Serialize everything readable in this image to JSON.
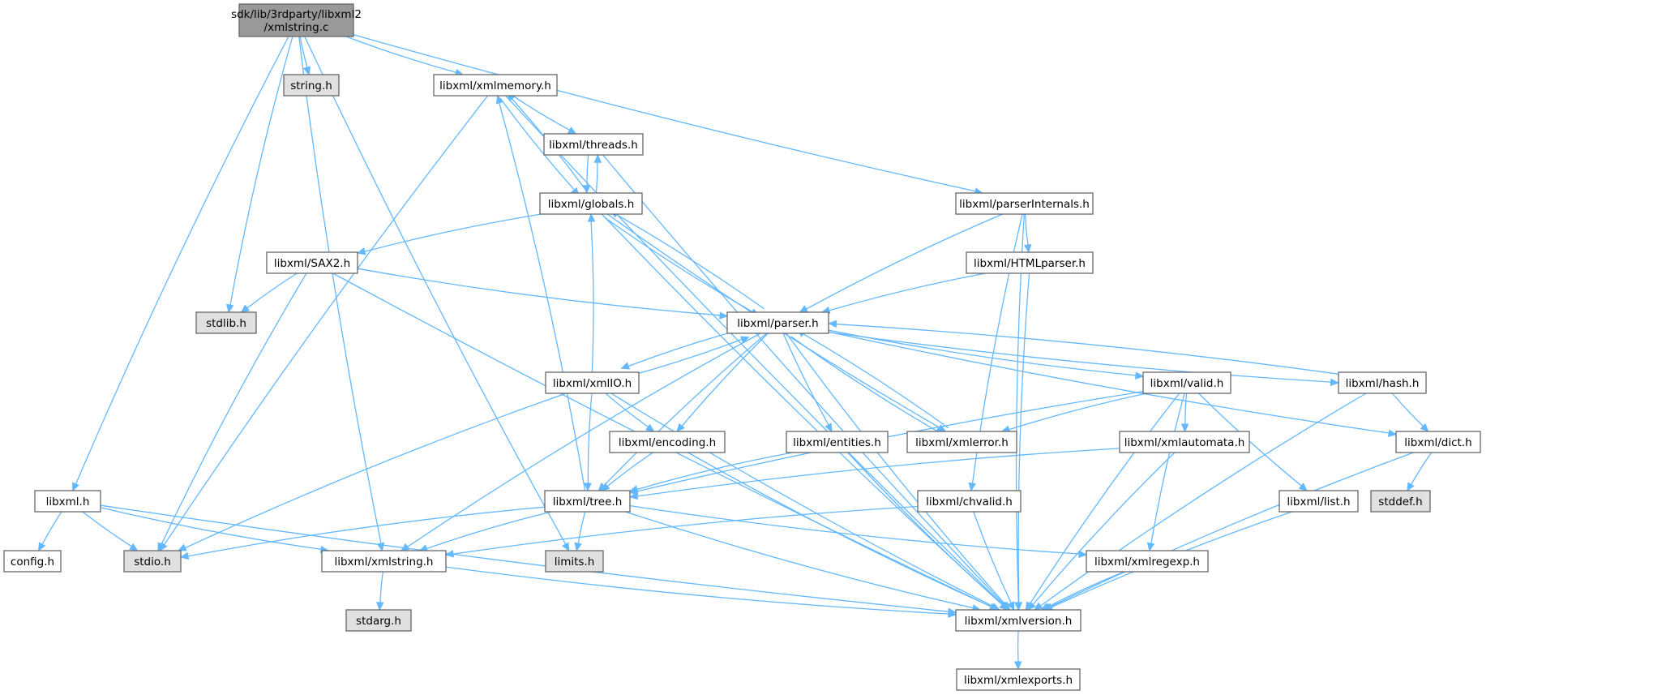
{
  "diagram": {
    "nodes": [
      {
        "id": "root",
        "lines": [
          "sdk/lib/3rdparty/libxml2",
          "/xmlstring.c"
        ],
        "kind": "root"
      },
      {
        "id": "string",
        "lines": [
          "string.h"
        ],
        "kind": "system"
      },
      {
        "id": "xmlmemory",
        "lines": [
          "libxml/xmlmemory.h"
        ],
        "kind": "normal"
      },
      {
        "id": "threads",
        "lines": [
          "libxml/threads.h"
        ],
        "kind": "normal"
      },
      {
        "id": "globals",
        "lines": [
          "libxml/globals.h"
        ],
        "kind": "normal"
      },
      {
        "id": "parserInternals",
        "lines": [
          "libxml/parserInternals.h"
        ],
        "kind": "normal"
      },
      {
        "id": "sax2",
        "lines": [
          "libxml/SAX2.h"
        ],
        "kind": "normal"
      },
      {
        "id": "stdlib",
        "lines": [
          "stdlib.h"
        ],
        "kind": "system"
      },
      {
        "id": "htmlparser",
        "lines": [
          "libxml/HTMLparser.h"
        ],
        "kind": "normal"
      },
      {
        "id": "parser",
        "lines": [
          "libxml/parser.h"
        ],
        "kind": "normal"
      },
      {
        "id": "xmlio",
        "lines": [
          "libxml/xmlIO.h"
        ],
        "kind": "normal"
      },
      {
        "id": "valid",
        "lines": [
          "libxml/valid.h"
        ],
        "kind": "normal"
      },
      {
        "id": "hash",
        "lines": [
          "libxml/hash.h"
        ],
        "kind": "normal"
      },
      {
        "id": "encoding",
        "lines": [
          "libxml/encoding.h"
        ],
        "kind": "normal"
      },
      {
        "id": "entities",
        "lines": [
          "libxml/entities.h"
        ],
        "kind": "normal"
      },
      {
        "id": "xmlerror",
        "lines": [
          "libxml/xmlerror.h"
        ],
        "kind": "normal"
      },
      {
        "id": "xmlautomata",
        "lines": [
          "libxml/xmlautomata.h"
        ],
        "kind": "normal"
      },
      {
        "id": "dict",
        "lines": [
          "libxml/dict.h"
        ],
        "kind": "normal"
      },
      {
        "id": "libxml",
        "lines": [
          "libxml.h"
        ],
        "kind": "normal"
      },
      {
        "id": "tree",
        "lines": [
          "libxml/tree.h"
        ],
        "kind": "normal"
      },
      {
        "id": "chvalid",
        "lines": [
          "libxml/chvalid.h"
        ],
        "kind": "normal"
      },
      {
        "id": "list",
        "lines": [
          "libxml/list.h"
        ],
        "kind": "normal"
      },
      {
        "id": "stddef",
        "lines": [
          "stddef.h"
        ],
        "kind": "system"
      },
      {
        "id": "config",
        "lines": [
          "config.h"
        ],
        "kind": "normal"
      },
      {
        "id": "stdio",
        "lines": [
          "stdio.h"
        ],
        "kind": "system"
      },
      {
        "id": "limits",
        "lines": [
          "limits.h"
        ],
        "kind": "system"
      },
      {
        "id": "xmlstring",
        "lines": [
          "libxml/xmlstring.h"
        ],
        "kind": "normal"
      },
      {
        "id": "xmlregexp",
        "lines": [
          "libxml/xmlregexp.h"
        ],
        "kind": "normal"
      },
      {
        "id": "stdarg",
        "lines": [
          "stdarg.h"
        ],
        "kind": "system"
      },
      {
        "id": "xmlversion",
        "lines": [
          "libxml/xmlversion.h"
        ],
        "kind": "normal"
      },
      {
        "id": "xmlexports",
        "lines": [
          "libxml/xmlexports.h"
        ],
        "kind": "normal"
      }
    ],
    "edges": [
      [
        "root",
        "string"
      ],
      [
        "root",
        "xmlmemory"
      ],
      [
        "root",
        "parserInternals"
      ],
      [
        "root",
        "stdlib"
      ],
      [
        "root",
        "limits"
      ],
      [
        "root",
        "xmlstring"
      ],
      [
        "root",
        "libxml"
      ],
      [
        "xmlmemory",
        "threads"
      ],
      [
        "xmlmemory",
        "globals"
      ],
      [
        "xmlmemory",
        "stdio"
      ],
      [
        "xmlmemory",
        "xmlversion"
      ],
      [
        "threads",
        "globals"
      ],
      [
        "threads",
        "xmlversion"
      ],
      [
        "globals",
        "threads"
      ],
      [
        "globals",
        "xmlmemory"
      ],
      [
        "globals",
        "sax2"
      ],
      [
        "globals",
        "parser"
      ],
      [
        "globals",
        "xmlerror"
      ],
      [
        "globals",
        "xmlversion"
      ],
      [
        "parserInternals",
        "parser"
      ],
      [
        "parserInternals",
        "htmlparser"
      ],
      [
        "parserInternals",
        "chvalid"
      ],
      [
        "parserInternals",
        "xmlversion"
      ],
      [
        "htmlparser",
        "parser"
      ],
      [
        "htmlparser",
        "xmlversion"
      ],
      [
        "sax2",
        "stdlib"
      ],
      [
        "sax2",
        "stdio"
      ],
      [
        "sax2",
        "parser"
      ],
      [
        "sax2",
        "xmlversion"
      ],
      [
        "parser",
        "globals"
      ],
      [
        "parser",
        "xmlio"
      ],
      [
        "parser",
        "tree"
      ],
      [
        "parser",
        "encoding"
      ],
      [
        "parser",
        "entities"
      ],
      [
        "parser",
        "xmlerror"
      ],
      [
        "parser",
        "valid"
      ],
      [
        "parser",
        "hash"
      ],
      [
        "parser",
        "dict"
      ],
      [
        "parser",
        "xmlstring"
      ],
      [
        "parser",
        "xmlversion"
      ],
      [
        "xmlio",
        "parser"
      ],
      [
        "xmlio",
        "globals"
      ],
      [
        "xmlio",
        "tree"
      ],
      [
        "xmlio",
        "encoding"
      ],
      [
        "xmlio",
        "stdio"
      ],
      [
        "xmlio",
        "xmlversion"
      ],
      [
        "valid",
        "xmlerror"
      ],
      [
        "valid",
        "tree"
      ],
      [
        "valid",
        "xmlautomata"
      ],
      [
        "valid",
        "list"
      ],
      [
        "valid",
        "xmlregexp"
      ],
      [
        "valid",
        "xmlversion"
      ],
      [
        "hash",
        "parser"
      ],
      [
        "hash",
        "dict"
      ],
      [
        "hash",
        "xmlversion"
      ],
      [
        "xmlerror",
        "parser"
      ],
      [
        "encoding",
        "tree"
      ],
      [
        "encoding",
        "xmlversion"
      ],
      [
        "entities",
        "tree"
      ],
      [
        "entities",
        "xmlversion"
      ],
      [
        "xmlautomata",
        "tree"
      ],
      [
        "xmlautomata",
        "xmlversion"
      ],
      [
        "dict",
        "stddef"
      ],
      [
        "dict",
        "xmlversion"
      ],
      [
        "tree",
        "xmlmemory"
      ],
      [
        "tree",
        "stdio"
      ],
      [
        "tree",
        "limits"
      ],
      [
        "tree",
        "xmlstring"
      ],
      [
        "tree",
        "xmlregexp"
      ],
      [
        "tree",
        "xmlversion"
      ],
      [
        "chvalid",
        "xmlstring"
      ],
      [
        "chvalid",
        "xmlversion"
      ],
      [
        "list",
        "xmlversion"
      ],
      [
        "libxml",
        "config"
      ],
      [
        "libxml",
        "stdio"
      ],
      [
        "libxml",
        "xmlstring"
      ],
      [
        "libxml",
        "xmlversion"
      ],
      [
        "xmlstring",
        "stdarg"
      ],
      [
        "xmlstring",
        "xmlversion"
      ],
      [
        "xmlregexp",
        "xmlversion"
      ],
      [
        "xmlversion",
        "xmlexports"
      ]
    ],
    "colors": {
      "edge": "#63b8ff",
      "node_border": "#666666",
      "node_fill": "#ffffff",
      "root_fill": "#999999",
      "system_fill": "#e0e0e0"
    }
  }
}
